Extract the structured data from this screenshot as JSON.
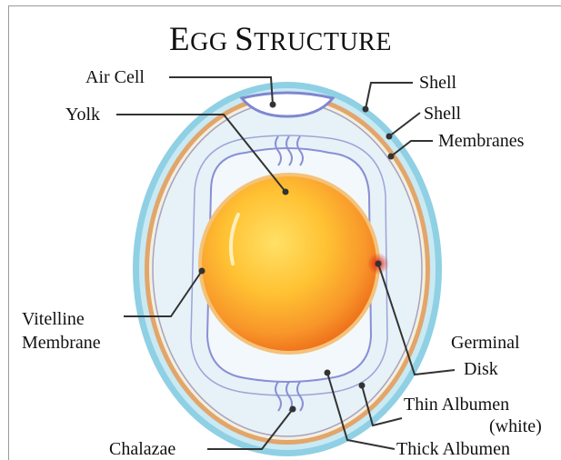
{
  "diagram": {
    "title": {
      "parts": [
        {
          "text": "E",
          "small": false
        },
        {
          "text": "GG ",
          "small": true
        },
        {
          "text": "S",
          "small": false
        },
        {
          "text": "TRUCTURE",
          "small": true
        }
      ]
    },
    "labels": {
      "air_cell": "Air Cell",
      "yolk": "Yolk",
      "shell": "Shell",
      "shell_membranes_line1": "Shell",
      "shell_membranes_line2": "Membranes",
      "vitelline_line1": "Vitelline",
      "vitelline_line2": "Membrane",
      "germinal_line1": "Germinal",
      "germinal_line2": "Disk",
      "thin_albumen_line1": "Thin Albumen",
      "thin_albumen_line2": "(white)",
      "chalazae": "Chalazae",
      "thick_albumen": "Thick Albumen"
    },
    "colors": {
      "shell_outer": "#8fd0e4",
      "shell_band": "#e2a56b",
      "shell_membrane": "#f3f0dc",
      "thin_albumen": "#e6f2f8",
      "thick_albumen": "#f2f8fb",
      "membrane_line": "#8a8fd4",
      "yolk_center": "#ffd23a",
      "yolk_edge": "#f07a1f",
      "germinal_disk": "#e0281a",
      "leader_line": "#333333"
    }
  }
}
